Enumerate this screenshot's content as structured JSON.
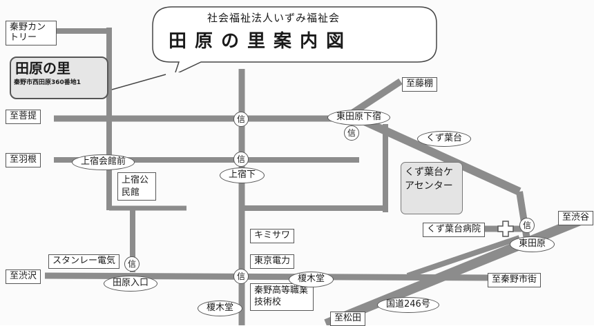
{
  "callout": {
    "organization": "社会福祉法人いずみ福祉会",
    "title": "田原の里案内図"
  },
  "site": {
    "name": "田原の里",
    "address": "秦野市西田原360番地1"
  },
  "destinations": {
    "hadano_country": "秦野カントリー",
    "bodai": "至菩提",
    "hane": "至羽根",
    "shibusawa": "至渋沢",
    "fujidana": "至藤棚",
    "shibuya": "至渋谷",
    "hadano_city": "至秦野市街",
    "matsuda": "至松田"
  },
  "intersections": {
    "kamijuku_kaikanmae": "上宿会館前",
    "kamijuku_shita": "上宿下",
    "higashitawara_shimojuku": "東田原下宿",
    "higashitawara": "東田原",
    "tawara_iriguchi": "田原入口",
    "enokidou_east": "榎木堂",
    "enokidou_south": "榎木堂",
    "kuzuhadai": "くず葉台",
    "route246": "国道246号"
  },
  "signal_label": "信",
  "landmarks": {
    "kamijuku_kominkan": "上宿公民館",
    "kuzuha_care_center": "くず葉台ケアセンター",
    "kuzuha_hospital": "くず葉台病院",
    "kimisawa": "キミサワ",
    "tokyo_denryoku": "東京電力",
    "stanley_denki": "スタンレー電気",
    "hadano_school": "秦野高等職業技術校"
  }
}
